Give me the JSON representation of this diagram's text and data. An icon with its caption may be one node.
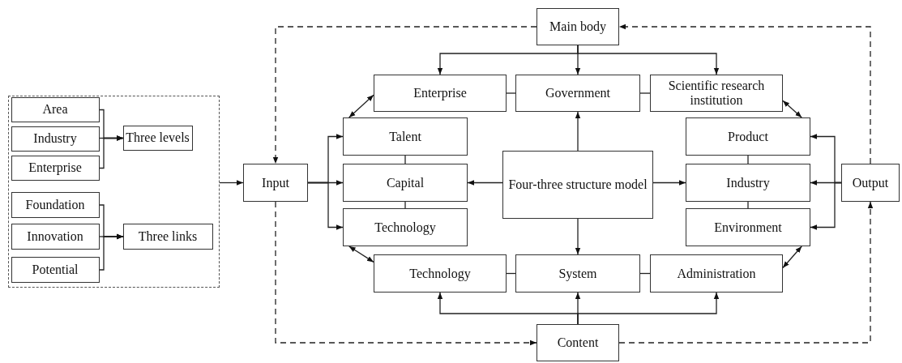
{
  "diagram": {
    "nodes": [
      {
        "text": [],
        "shape": "box"
      },
      {
        "text": [
          "Area"
        ],
        "in": 0
      },
      {
        "text": [
          "Industry"
        ],
        "in": 0
      },
      {
        "text": [
          "Enterprise"
        ],
        "in": 0
      },
      {
        "text": [
          "Three levels"
        ],
        "in": 0
      },
      {
        "text": [
          "Foundation"
        ],
        "in": 0
      },
      {
        "text": [
          "Innovation"
        ],
        "in": 0
      },
      {
        "text": [
          "Potential"
        ],
        "in": 0
      },
      {
        "text": [
          "Three links"
        ],
        "in": 0
      },
      {
        "text": [
          "Main body"
        ]
      },
      {
        "text": [
          "Input"
        ]
      },
      {
        "text": [
          "Enterprise"
        ]
      },
      {
        "text": [
          "Government"
        ]
      },
      {
        "text": [
          "Scientific research institution"
        ]
      },
      {
        "text": [
          "Talent"
        ]
      },
      {
        "text": [
          "Capital"
        ]
      },
      {
        "text": [
          "Technology"
        ]
      },
      {
        "text": [
          "Four-three structure model"
        ]
      },
      {
        "text": [
          "Product"
        ]
      },
      {
        "text": [
          "Industry"
        ]
      },
      {
        "text": [
          "Environment"
        ]
      },
      {
        "text": [
          "Output"
        ]
      },
      {
        "text": [
          "Technology"
        ]
      },
      {
        "text": [
          "System"
        ]
      },
      {
        "text": [
          "Administration"
        ]
      },
      {
        "text": [
          "Content"
        ]
      }
    ],
    "edges": [
      {
        "from": 1,
        "to": 4,
        "arrow": "to"
      },
      {
        "from": 2,
        "to": 4,
        "arrow": "to"
      },
      {
        "from": 3,
        "to": 4,
        "arrow": "to"
      },
      {
        "from": 5,
        "to": 8,
        "arrow": "to"
      },
      {
        "from": 6,
        "to": 8,
        "arrow": "to"
      },
      {
        "from": 7,
        "to": 8,
        "arrow": "to"
      },
      {
        "from": 0,
        "to": 10,
        "arrow": "to"
      },
      {
        "from": 9,
        "to": 10,
        "arrow": "to",
        "style": "dashed"
      },
      {
        "from": 21,
        "to": 9,
        "arrow": "to",
        "style": "dashed"
      },
      {
        "from": 10,
        "to": 25,
        "arrow": "to",
        "style": "dashed"
      },
      {
        "from": 25,
        "to": 21,
        "arrow": "to",
        "style": "dashed"
      },
      {
        "from": 9,
        "to": 11,
        "arrow": "to"
      },
      {
        "from": 9,
        "to": 12,
        "arrow": "to"
      },
      {
        "from": 9,
        "to": 13,
        "arrow": "to"
      },
      {
        "from": 10,
        "to": 14,
        "arrow": "to"
      },
      {
        "from": 10,
        "to": 15,
        "arrow": "to"
      },
      {
        "from": 10,
        "to": 16,
        "arrow": "to"
      },
      {
        "from": 17,
        "to": 12,
        "arrow": "to"
      },
      {
        "from": 17,
        "to": 15,
        "arrow": "to"
      },
      {
        "from": 17,
        "to": 19,
        "arrow": "to"
      },
      {
        "from": 17,
        "to": 23,
        "arrow": "to"
      },
      {
        "from": 21,
        "to": 18,
        "arrow": "to"
      },
      {
        "from": 21,
        "to": 19,
        "arrow": "to"
      },
      {
        "from": 21,
        "to": 20,
        "arrow": "to"
      },
      {
        "from": 25,
        "to": 22,
        "arrow": "to"
      },
      {
        "from": 25,
        "to": 23,
        "arrow": "to"
      },
      {
        "from": 25,
        "to": 24,
        "arrow": "to"
      },
      {
        "from": 11,
        "to": 12,
        "arrow": "none"
      },
      {
        "from": 12,
        "to": 13,
        "arrow": "none"
      },
      {
        "from": 22,
        "to": 23,
        "arrow": "none"
      },
      {
        "from": 23,
        "to": 24,
        "arrow": "none"
      },
      {
        "from": 14,
        "to": 15,
        "arrow": "none"
      },
      {
        "from": 15,
        "to": 16,
        "arrow": "none"
      },
      {
        "from": 18,
        "to": 19,
        "arrow": "none"
      },
      {
        "from": 19,
        "to": 20,
        "arrow": "none"
      },
      {
        "from": 14,
        "to": 11,
        "arrow": "both"
      },
      {
        "from": 13,
        "to": 18,
        "arrow": "both"
      },
      {
        "from": 16,
        "to": 22,
        "arrow": "both"
      },
      {
        "from": 20,
        "to": 24,
        "arrow": "both"
      }
    ]
  }
}
